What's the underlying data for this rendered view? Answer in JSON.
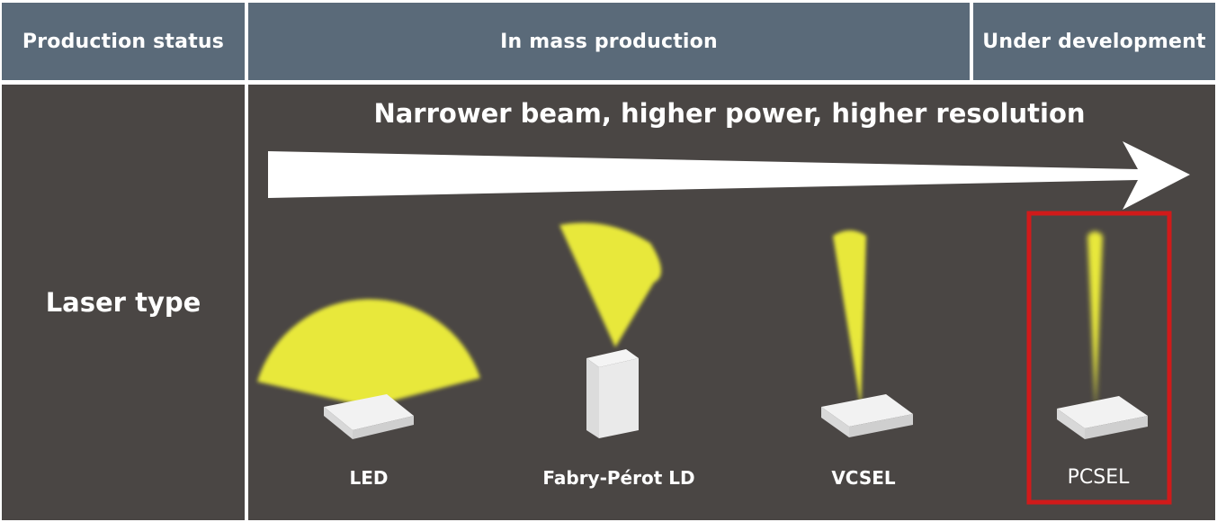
{
  "header": {
    "production_status": "Production status",
    "in_mass_production": "In mass production",
    "under_development": "Under development"
  },
  "row": {
    "laser_type": "Laser type"
  },
  "headline": "Narrower beam, higher power, higher resolution",
  "lasers": [
    {
      "label": "LED"
    },
    {
      "label": "Fabry-Pérot LD"
    },
    {
      "label": "VCSEL"
    },
    {
      "label": "PCSEL"
    }
  ],
  "colors": {
    "header_bg": "#5a6a79",
    "body_bg": "#4a4644",
    "beam": "#ecec3a",
    "highlight_box": "#d11a1a"
  }
}
